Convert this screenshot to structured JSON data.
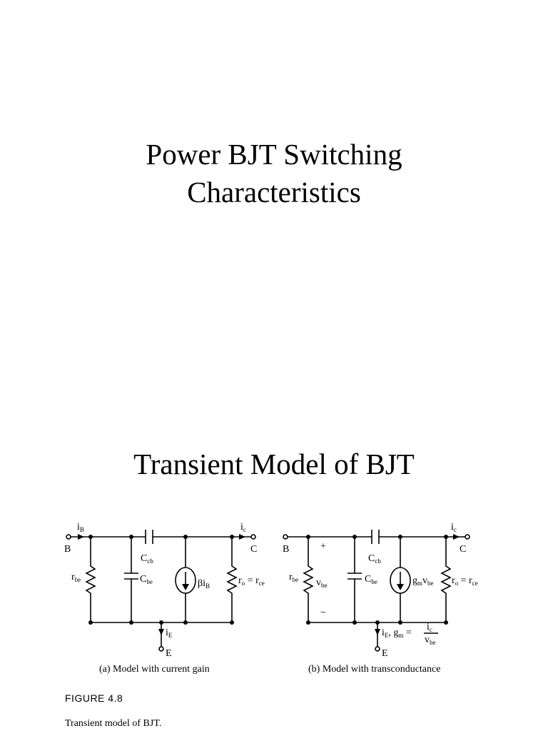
{
  "slide1": {
    "title_line1": "Power BJT Switching",
    "title_line2": "Characteristics"
  },
  "slide2": {
    "title": "Transient Model of BJT"
  },
  "figure": {
    "label": "FIGURE 4.8",
    "caption": "Transient model of BJT.",
    "circuit_a": {
      "caption": "(a) Model with current gain",
      "labels": {
        "ib": "i",
        "ib_sub": "B",
        "ic": "i",
        "ic_sub": "c",
        "ie": "i",
        "ie_sub": "E",
        "B": "B",
        "C": "C",
        "E": "E",
        "rbe": "r",
        "rbe_sub": "be",
        "ccb": "C",
        "ccb_sub": "cb",
        "cbe": "C",
        "cbe_sub": "be",
        "beta": "βi",
        "beta_sub": "B",
        "ro": "r",
        "ro_sub": "o",
        "ro_eq": " = r",
        "rce_sub": "ce"
      }
    },
    "circuit_b": {
      "caption": "(b) Model with transconductance",
      "labels": {
        "ic": "i",
        "ic_sub": "c",
        "ie": "i",
        "ie_sub": "E",
        "B": "B",
        "C": "C",
        "E": "E",
        "plus": "+",
        "minus": "−",
        "rbe": "r",
        "rbe_sub": "be",
        "vbe": "v",
        "vbe_sub": "be",
        "ccb": "C",
        "ccb_sub": "cb",
        "cbe": "C",
        "cbe_sub": "be",
        "gm": "g",
        "gm_sub": "m",
        "gm_v": "v",
        "gm_v_sub": "be",
        "ro": "r",
        "ro_sub": "o",
        "ro_eq": " = r",
        "rce_sub": "ce",
        "gm_eq_prefix": ", g",
        "gm_eq_sub": "m",
        "gm_eq": " = ",
        "frac_num": "i",
        "frac_num_sub": "c",
        "frac_den": "v",
        "frac_den_sub": "be"
      }
    }
  }
}
